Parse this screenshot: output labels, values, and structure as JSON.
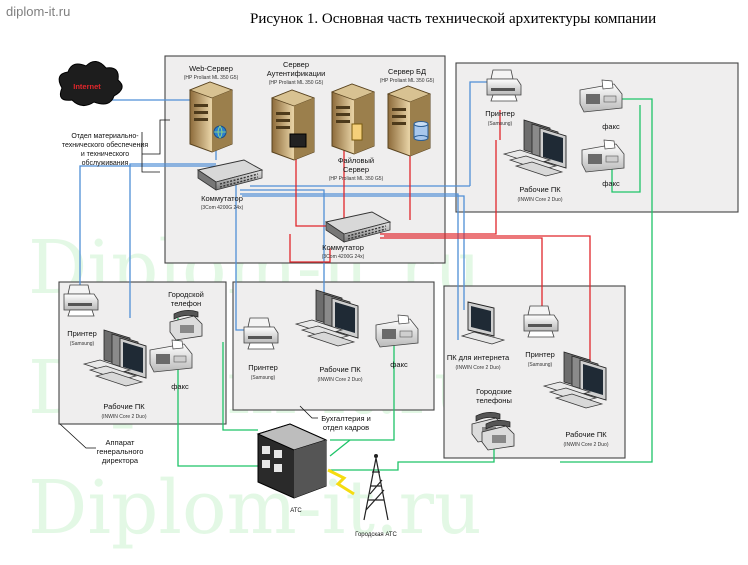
{
  "site": "diplom-it.ru",
  "title": "Рисунок 1. Основная часть технической архитектуры компании",
  "watermark": "Diplom-it.ru",
  "colors": {
    "panel": "#efeeee",
    "panel_border": "#444444",
    "green": "#1ec468",
    "blue": "#4f8fd6",
    "red": "#e0262b",
    "lightning": "#f5dc10",
    "cloud": "#1d1d1d"
  },
  "internet": "Internet",
  "servers": {
    "web": {
      "name": "Web-Сервер",
      "model": "(HP Proliant ML 350 G5)"
    },
    "auth": {
      "name1": "Сервер",
      "name2": "Аутентификации",
      "model": "(HP Proliant ML 350 G5)"
    },
    "db": {
      "name": "Сервер БД",
      "model": "(HP Proliant ML 350 G5)"
    },
    "file": {
      "name1": "Файловый",
      "name2": "Сервер",
      "model": "(HP Proliant ML 350 G5)"
    }
  },
  "switch1": {
    "name": "Коммутатор",
    "model": "(3Com 4200G 24x)"
  },
  "switch2": {
    "name": "Коммутатор",
    "model": "(3Com 4200G 24x)"
  },
  "dept_mto": [
    "Отдел материально-",
    "технического обеспечения",
    "и технического",
    "обслуживания"
  ],
  "dept_mto_devices": {
    "printer": "Принтер",
    "printer_model": "(Samsung)",
    "fax1": "факс",
    "fax2": "факс",
    "pcs": "Рабочие ПК",
    "pcs_model": "(INWIN Core 2 Duo)"
  },
  "director": {
    "printer": "Принтер",
    "printer_model": "(Samsung)",
    "phone1": "Городской",
    "phone2": "телефон",
    "fax": "факс",
    "pcs": "Рабочие ПК",
    "pcs_model": "(INWIN Core 2 Duo)",
    "caption": [
      "Аппарат",
      "генерального",
      "директора"
    ]
  },
  "accounting": {
    "printer": "Принтер",
    "printer_model": "(Samsung)",
    "pcs": "Рабочие ПК",
    "pcs_model": "(INWIN Core 2 Duo)",
    "fax": "факс",
    "caption": [
      "Бухгалтерия и",
      "отдел кадров"
    ]
  },
  "right_office": {
    "pc1": "ПК для интернета",
    "pc1_model": "(INWIN Core 2 Duo)",
    "printer": "Принтер",
    "printer_model": "(Samsung)",
    "phones1": "Городские",
    "phones2": "телефоны",
    "pcs": "Рабочие ПК",
    "pcs_model": "(INWIN Core 2 Duo)"
  },
  "ats": "АТС",
  "city_ats": "Городская АТС"
}
